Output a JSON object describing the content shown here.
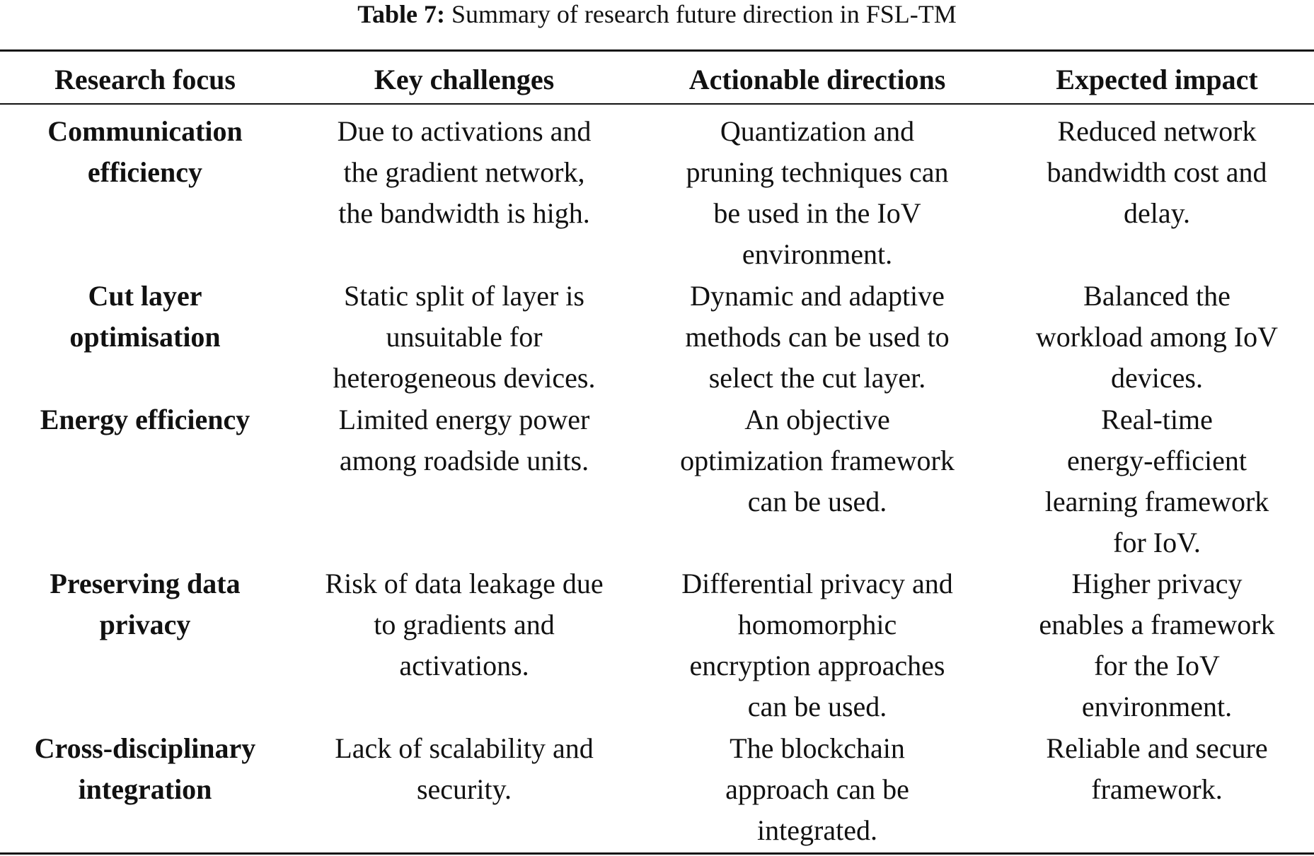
{
  "caption": {
    "label": "Table 7:",
    "text": "Summary of research future direction in FSL-TM"
  },
  "table": {
    "headers": [
      "Research focus",
      "Key challenges",
      "Actionable directions",
      "Expected impact"
    ],
    "rows": [
      {
        "focus": [
          "Communication",
          "efficiency"
        ],
        "challenges": [
          "Due to activations and",
          "the gradient network,",
          "the bandwidth is high."
        ],
        "directions": [
          "Quantization and",
          "pruning techniques can",
          "be used in the IoV",
          "environment."
        ],
        "impact": [
          "Reduced network",
          "bandwidth cost and",
          "delay."
        ]
      },
      {
        "focus": [
          "Cut layer",
          "optimisation"
        ],
        "challenges": [
          "Static split of layer is",
          "unsuitable for",
          "heterogeneous devices."
        ],
        "directions": [
          "Dynamic and adaptive",
          "methods can be used to",
          "select the cut layer."
        ],
        "impact": [
          "Balanced the",
          "workload among IoV",
          "devices."
        ]
      },
      {
        "focus": [
          "Energy efficiency"
        ],
        "challenges": [
          "Limited energy power",
          "among roadside units."
        ],
        "directions": [
          "An objective",
          "optimization framework",
          "can be used."
        ],
        "impact": [
          "Real-time",
          "energy-efficient",
          "learning framework",
          "for IoV."
        ]
      },
      {
        "focus": [
          "Preserving data",
          "privacy"
        ],
        "challenges": [
          "Risk of data leakage due",
          "to gradients and",
          "activations."
        ],
        "directions": [
          "Differential privacy and",
          "homomorphic",
          "encryption approaches",
          "can be used."
        ],
        "impact": [
          "Higher privacy",
          "enables a framework",
          "for the IoV",
          "environment."
        ]
      },
      {
        "focus": [
          "Cross-disciplinary",
          "integration"
        ],
        "challenges": [
          "Lack of scalability and",
          "security."
        ],
        "directions": [
          "The blockchain",
          "approach can be",
          "integrated."
        ],
        "impact": [
          "Reliable and secure",
          "framework."
        ]
      }
    ]
  }
}
